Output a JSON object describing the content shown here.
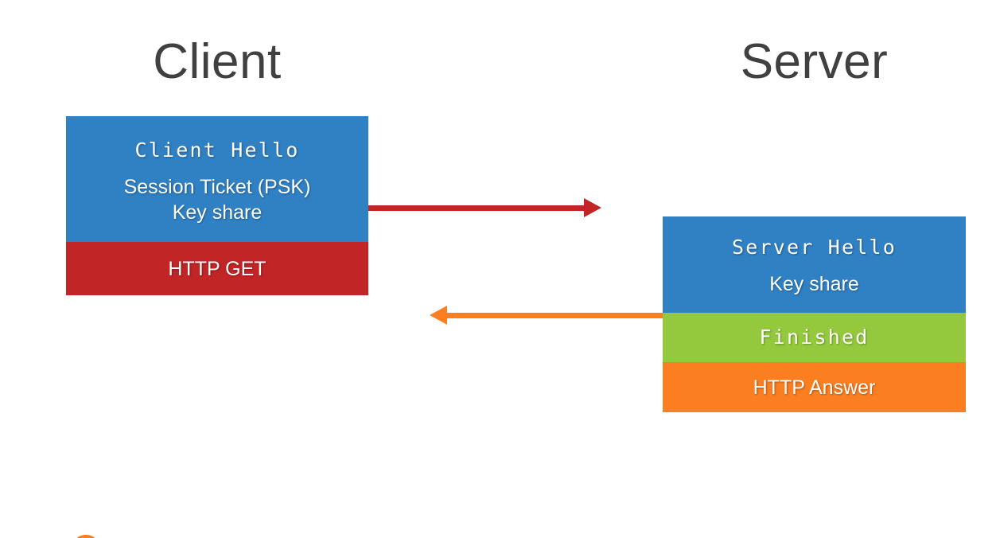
{
  "diagram": {
    "title_left": "Client",
    "title_right": "Server",
    "colors": {
      "blue": "#3080C4",
      "red": "#C22526",
      "green": "#95C93D",
      "orange": "#FB7E21",
      "title_text": "#404040",
      "band_text": "#FFFFFF",
      "background": "#FFFFFF"
    },
    "client_stack": {
      "bands": [
        {
          "name": "client-hello-band",
          "color": "blue",
          "lines": [
            {
              "text": "Client Hello",
              "style": "mono"
            },
            {
              "text": "Session Ticket (PSK)",
              "style": "sans"
            },
            {
              "text": "Key share",
              "style": "sans"
            }
          ]
        },
        {
          "name": "http-get-band",
          "color": "red",
          "lines": [
            {
              "text": "HTTP GET",
              "style": "sans"
            }
          ]
        }
      ]
    },
    "server_stack": {
      "bands": [
        {
          "name": "server-hello-band",
          "color": "blue",
          "lines": [
            {
              "text": "Server Hello",
              "style": "mono"
            },
            {
              "text": "Key share",
              "style": "sans"
            }
          ]
        },
        {
          "name": "finished-band",
          "color": "green",
          "lines": [
            {
              "text": "Finished",
              "style": "mono"
            }
          ]
        },
        {
          "name": "http-answer-band",
          "color": "orange",
          "lines": [
            {
              "text": "HTTP Answer",
              "style": "sans"
            }
          ]
        }
      ]
    },
    "arrows": [
      {
        "name": "request-arrow",
        "direction": "right",
        "color": "#C22526"
      },
      {
        "name": "response-arrow",
        "direction": "left",
        "color": "#FB7E21"
      }
    ]
  }
}
